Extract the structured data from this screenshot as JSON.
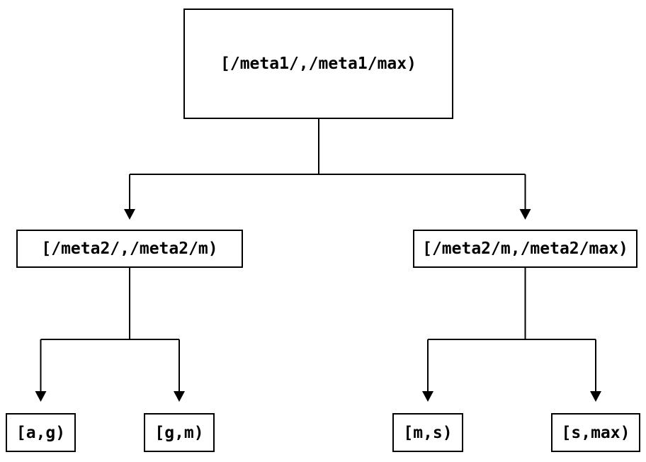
{
  "diagram": {
    "type": "binary-tree",
    "background_color": "#ffffff",
    "line_color": "#000000",
    "text_color": "#000000",
    "nodes": {
      "root": {
        "label": "[/meta1/,/meta1/max)"
      },
      "left": {
        "label": "[/meta2/,/meta2/m)"
      },
      "right": {
        "label": "[/meta2/m,/meta2/max)"
      },
      "leaf_ag": {
        "label": "[a,g)"
      },
      "leaf_gm": {
        "label": "[g,m)"
      },
      "leaf_ms": {
        "label": "[m,s)"
      },
      "leaf_smax": {
        "label": "[s,max)"
      }
    },
    "edges": [
      {
        "from": "root",
        "to": "left"
      },
      {
        "from": "root",
        "to": "right"
      },
      {
        "from": "left",
        "to": "leaf_ag"
      },
      {
        "from": "left",
        "to": "leaf_gm"
      },
      {
        "from": "right",
        "to": "leaf_ms"
      },
      {
        "from": "right",
        "to": "leaf_smax"
      }
    ]
  }
}
